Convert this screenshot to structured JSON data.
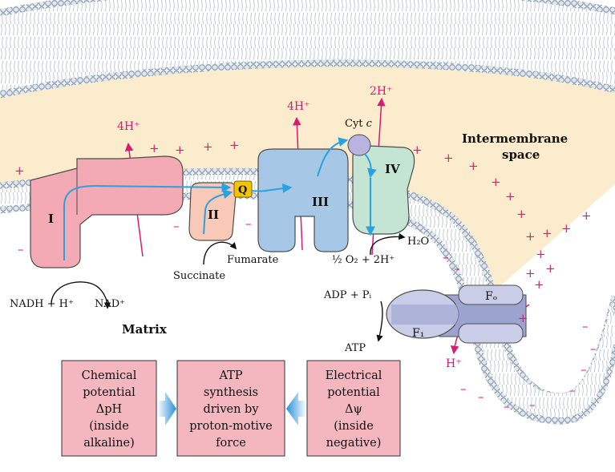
{
  "labels": {
    "intermembrane_line1": "Intermembrane",
    "intermembrane_line2": "space",
    "matrix": "Matrix",
    "complex_1": "I",
    "complex_2": "II",
    "complex_3": "III",
    "complex_4": "IV",
    "q": "Q",
    "cyt_c_prefix": "Cyt ",
    "cyt_c_letter": "c",
    "h_pump_1": "4H⁺",
    "h_pump_3": "4H⁺",
    "h_pump_4": "2H⁺",
    "h_return": "H⁺",
    "nadh": "NADH + H⁺",
    "nad": "NAD⁺",
    "succinate": "Succinate",
    "fumarate": "Fumarate",
    "o2_frac": "½",
    "o2_rest": "O₂ + 2H⁺",
    "h2o": "H₂O",
    "adp": "ADP + Pᵢ",
    "atp": "ATP",
    "f0": "Fₒ",
    "f1": "F₁",
    "plus": "+",
    "minus": "–"
  },
  "boxes": {
    "chemical": [
      "Chemical",
      "potential",
      "ΔpH",
      "(inside",
      "alkaline)"
    ],
    "synthesis": [
      "ATP",
      "synthesis",
      "driven by",
      "proton-motive",
      "force"
    ],
    "electrical": [
      "Electrical",
      "potential",
      "Δψ",
      "(inside",
      "negative)"
    ]
  },
  "colors": {
    "intermembrane_fill": "#fbeccd",
    "membrane_head": "#dfe7f1",
    "complex_1": "#f4aab4",
    "complex_2": "#f7c9b6",
    "complex_3": "#a7c7e7",
    "complex_4": "#c4e4d4",
    "atp_synthase": "#c9cde8",
    "q_yellow": "#f5c400",
    "box_pink": "#f4b6bf",
    "electron_path": "#2aa2df",
    "proton_arrow": "#d81b73"
  }
}
